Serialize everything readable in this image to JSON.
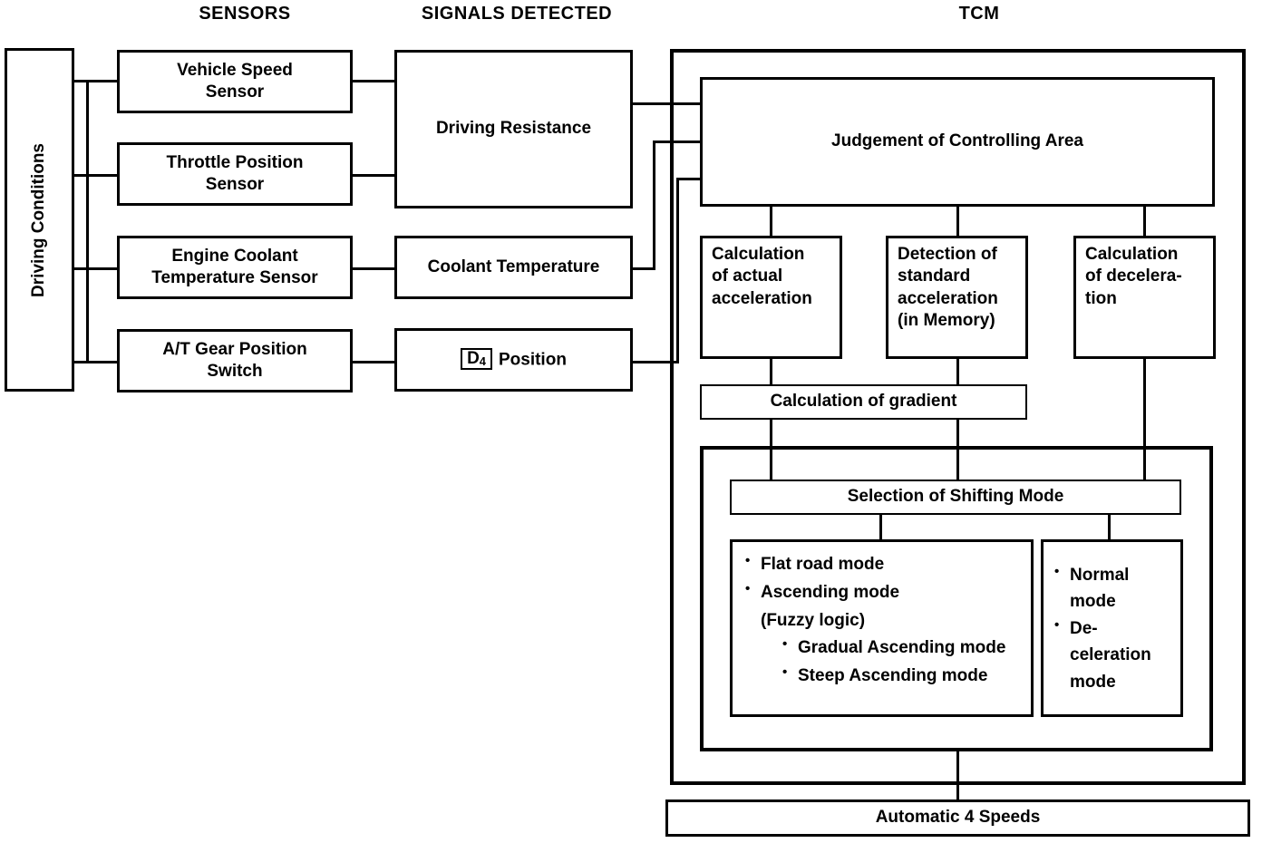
{
  "headers": {
    "sensors": "SENSORS",
    "signals": "SIGNALS DETECTED",
    "tcm": "TCM"
  },
  "driving_conditions": {
    "label": "Driving Conditions"
  },
  "sensors": [
    {
      "label": "Vehicle Speed\nSensor"
    },
    {
      "label": "Throttle Position\nSensor"
    },
    {
      "label": "Engine Coolant\nTemperature Sensor"
    },
    {
      "label": "A/T Gear Position\nSwitch"
    }
  ],
  "signals": [
    {
      "label": "Driving Resistance"
    },
    {
      "label": "Coolant Temperature"
    },
    {
      "label": "Position",
      "badge": "D",
      "badge_sub": "4"
    }
  ],
  "tcm": {
    "judgement": "Judgement of Controlling Area",
    "calc_actual": "Calculation\nof actual\nacceleration",
    "detection_standard": "Detection of\nstandard\nacceleration\n(in Memory)",
    "calc_deceleration": "Calculation\nof decelera-\ntion",
    "calc_gradient": "Calculation of gradient",
    "selection": "Selection of Shifting Mode",
    "mode_list_left": [
      {
        "text": "Flat road mode",
        "sub": []
      },
      {
        "text": "Ascending mode",
        "cont": "(Fuzzy logic)",
        "sub": [
          "Gradual Ascending mode",
          "Steep Ascending mode"
        ]
      }
    ],
    "mode_list_right": [
      {
        "text": "Normal mode"
      },
      {
        "text": "De-celeration mode"
      }
    ]
  },
  "output": {
    "label": "Automatic 4 Speeds"
  }
}
